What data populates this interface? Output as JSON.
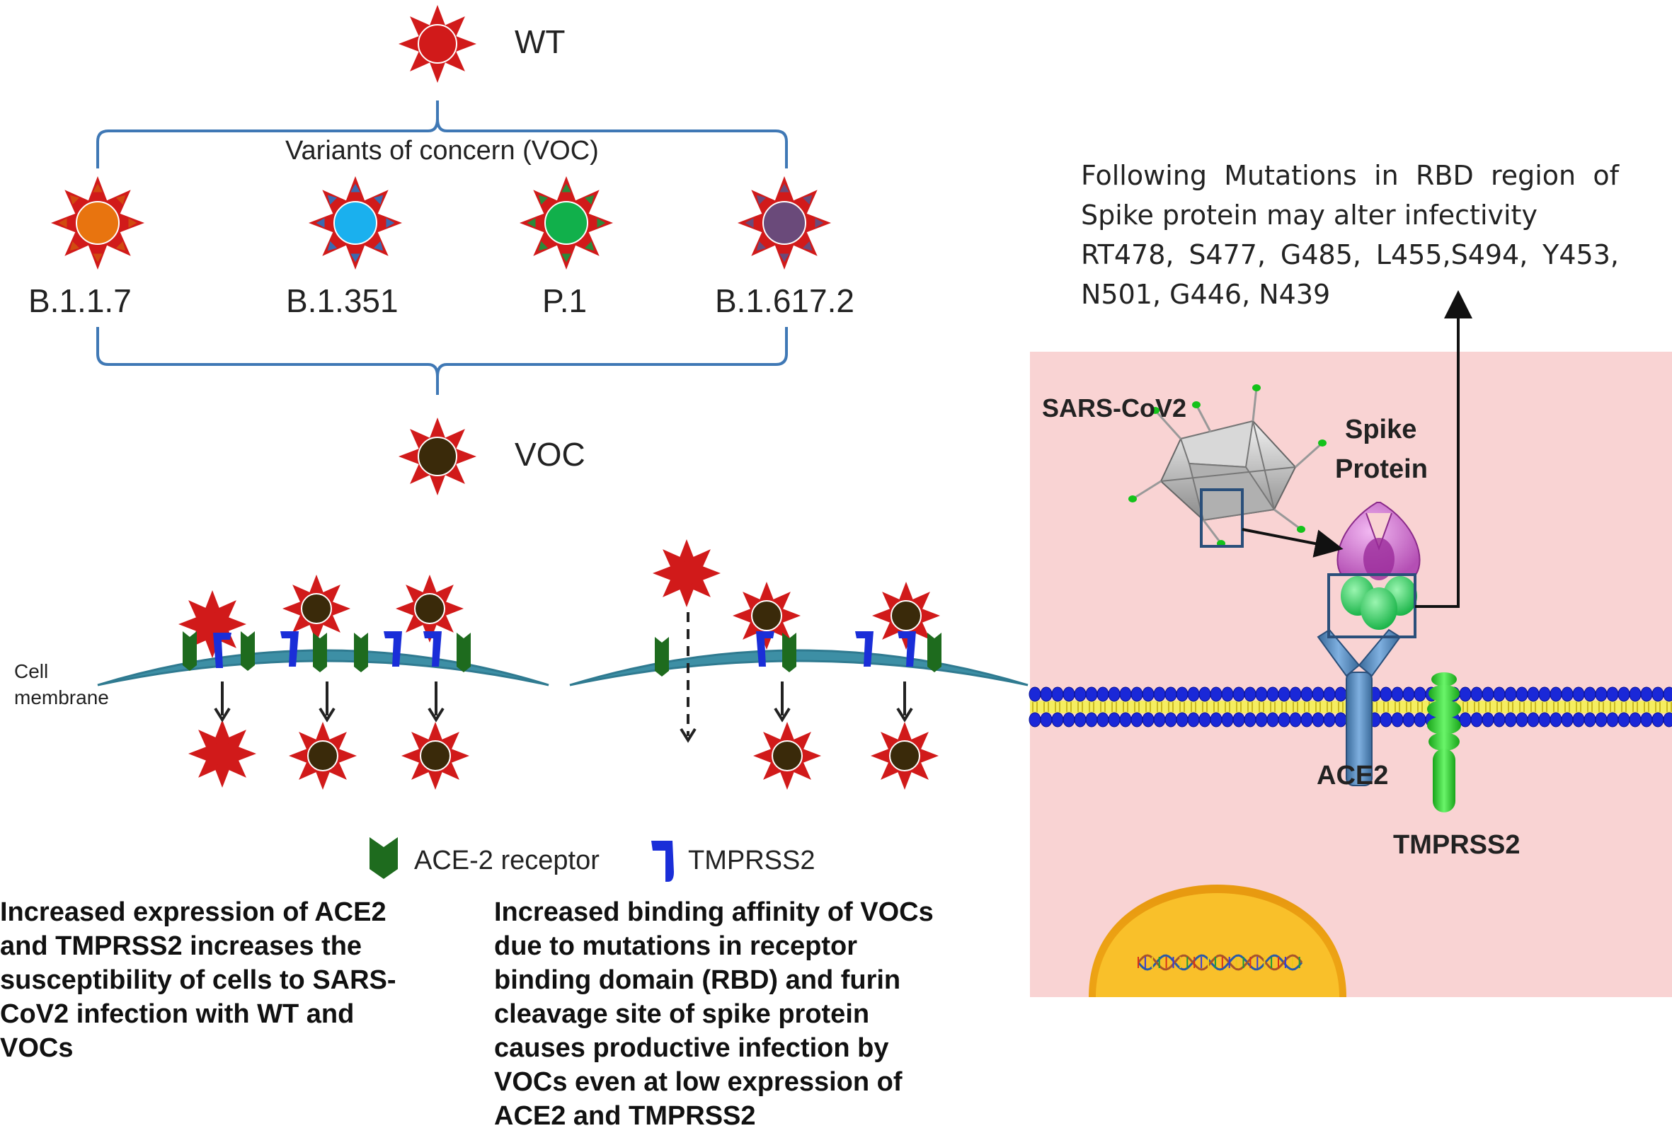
{
  "top": {
    "wt_label": "WT",
    "bracket_title": "Variants of concern (VOC)",
    "variants": [
      {
        "label": "B.1.1.7",
        "color": "#e8740f"
      },
      {
        "label": "B.1.351",
        "color": "#1ab0ee"
      },
      {
        "label": "P.1",
        "color": "#11b04b"
      },
      {
        "label": "B.1.617.2",
        "color": "#6a4a7a"
      }
    ],
    "voc_label": "VOC"
  },
  "membrane": {
    "cell_label_1": "Cell",
    "cell_label_2": "membrane"
  },
  "legend": {
    "ace2_label": "ACE-2 receptor",
    "tmprss2_label": "TMPRSS2"
  },
  "captions": {
    "left_lines": [
      "Increased expression of ACE2",
      "and TMPRSS2 increases the",
      "susceptibility of cells to SARS-",
      "CoV2 infection with WT and",
      "VOCs"
    ],
    "right_lines": [
      "Increased binding affinity of VOCs",
      "due to mutations in receptor",
      "binding domain (RBD) and furin",
      "cleavage site of spike protein",
      "causes productive infection by",
      "VOCs even at low expression of",
      "ACE2 and TMPRSS2"
    ]
  },
  "panel": {
    "virus_label": "SARS-CoV2",
    "spike_label_1": "Spike",
    "spike_label_2": "Protein",
    "ace2_label": "ACE2",
    "tmprss2_label": "TMPRSS2",
    "mutation_lines": [
      "Following Mutations in RBD region of",
      "Spike protein may alter infectivity",
      "RT478, S477, G485, L455,S494, Y453,",
      "N501, G446, N439"
    ]
  },
  "colors": {
    "star": "#d11a1a",
    "dark_core": "#3a2a0a",
    "bracket": "#3f78b5",
    "membrane": "#3d8fa5",
    "ace2_green": "#1e6b1e",
    "tmprss2_blue": "#1a2ed8",
    "panel_bg": "#f9d3d3"
  }
}
